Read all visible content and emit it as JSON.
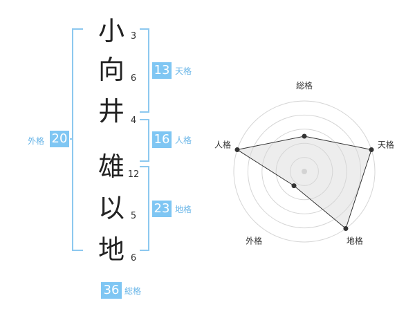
{
  "name": {
    "chars": [
      {
        "char": "小",
        "strokes": "3"
      },
      {
        "char": "向",
        "strokes": "6"
      },
      {
        "char": "井",
        "strokes": "4"
      },
      {
        "char": "雄",
        "strokes": "12"
      },
      {
        "char": "以",
        "strokes": "5"
      },
      {
        "char": "地",
        "strokes": "6"
      }
    ]
  },
  "fortune": {
    "gaikaku": {
      "value": "20",
      "label": "外格"
    },
    "tenkaku": {
      "value": "13",
      "label": "天格"
    },
    "jinkaku": {
      "value": "16",
      "label": "人格"
    },
    "chikaku": {
      "value": "23",
      "label": "地格"
    },
    "soukaku": {
      "value": "36",
      "label": "総格"
    }
  },
  "colors": {
    "accent": "#7fc6f3",
    "bracket": "#8cc8ef",
    "label": "#6ab6e8"
  },
  "chart_data": {
    "type": "radar",
    "axes": [
      "総格",
      "天格",
      "地格",
      "外格",
      "人格"
    ],
    "values": [
      0.5,
      1.0,
      1.0,
      0.25,
      1.0
    ],
    "max": 1.0,
    "rings": 5
  }
}
